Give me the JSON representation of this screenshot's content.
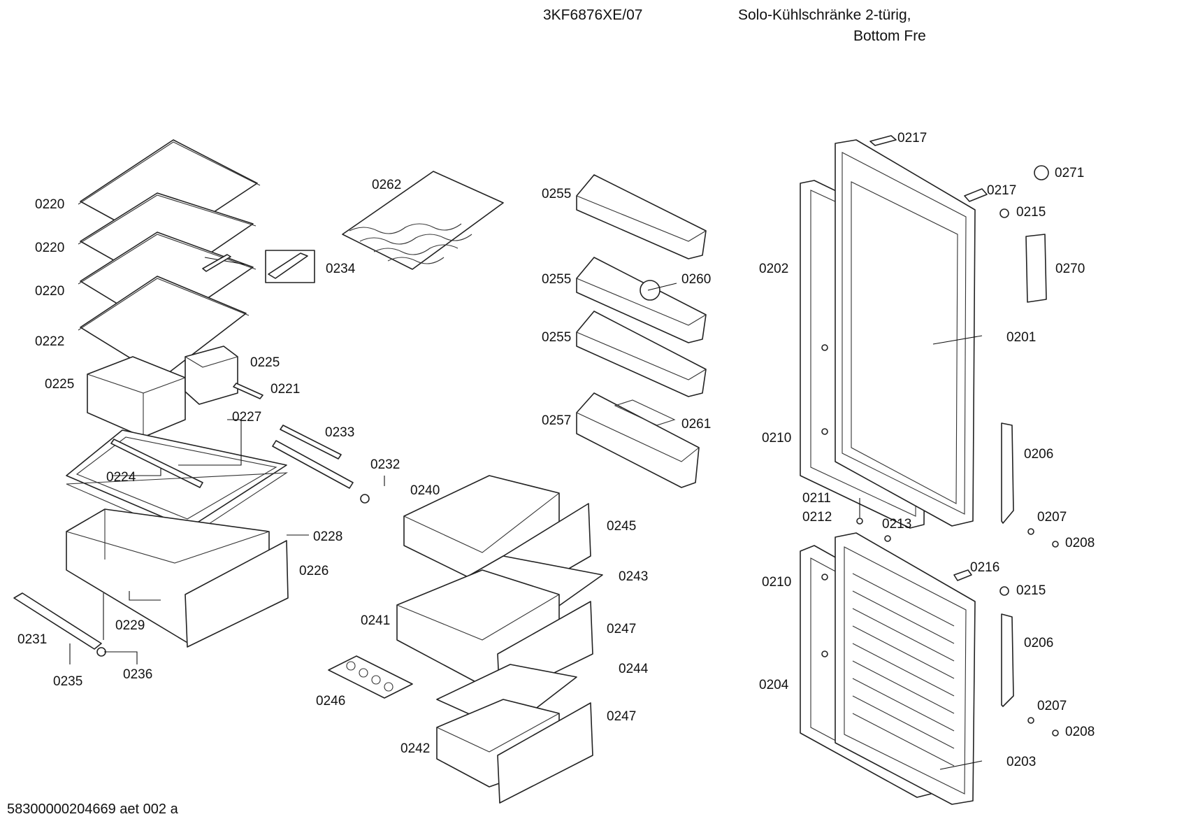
{
  "header": {
    "model": "3KF6876XE/07",
    "title_line1": "Solo-Kühlschränke 2-türig,",
    "title_line2": "Bottom Fre"
  },
  "footer": {
    "doc_id": "58300000204669 aet 002 a"
  },
  "callouts": [
    "0220",
    "0220",
    "0220",
    "0222",
    "0234",
    "0225",
    "0225",
    "0221",
    "0227",
    "0224",
    "0233",
    "0232",
    "0228",
    "0226",
    "0229",
    "0231",
    "0235",
    "0236",
    "0262",
    "0255",
    "0255",
    "0260",
    "0255",
    "0257",
    "0261",
    "0240",
    "0245",
    "0243",
    "0241",
    "0247",
    "0244",
    "0246",
    "0242",
    "0247",
    "0217",
    "0271",
    "0217",
    "0215",
    "0202",
    "0270",
    "0201",
    "0210",
    "0206",
    "0211",
    "0212",
    "0213",
    "0207",
    "0208",
    "0216",
    "0210",
    "0215",
    "0206",
    "0204",
    "0207",
    "0208",
    "0203"
  ]
}
